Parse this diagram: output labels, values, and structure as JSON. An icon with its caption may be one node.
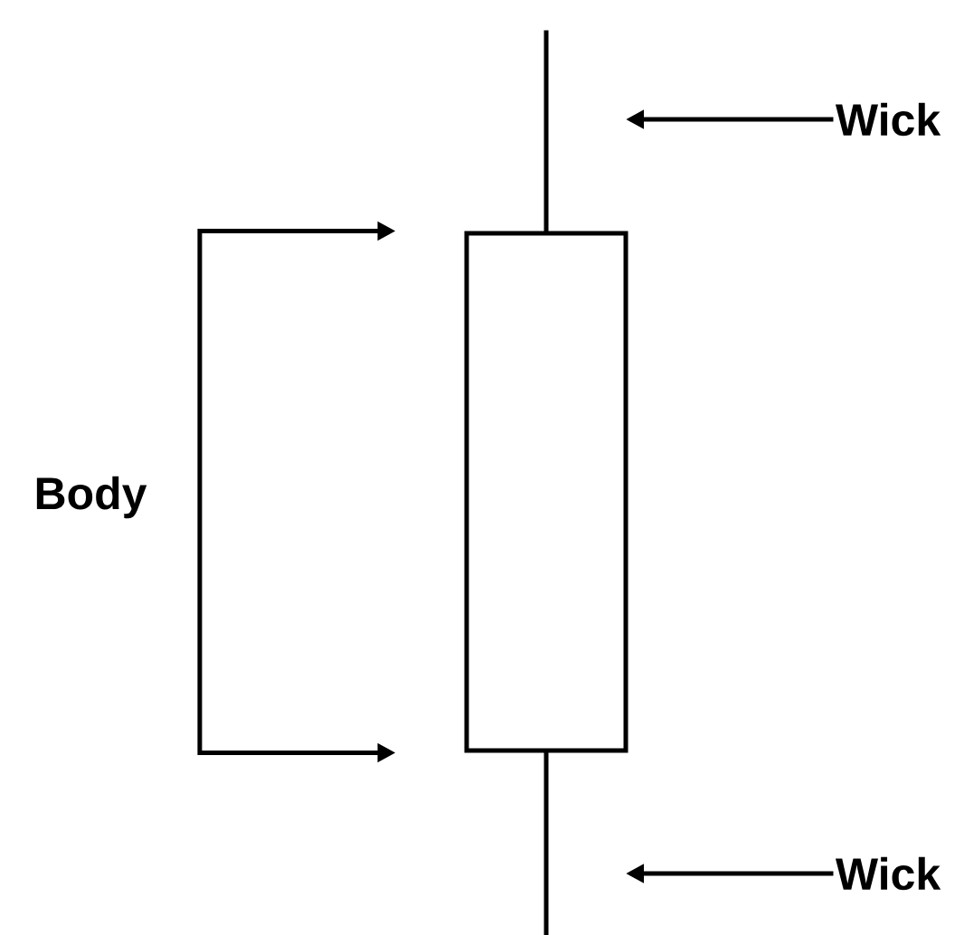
{
  "diagram": {
    "nodes": [
      {
        "text": [
          "Body"
        ]
      },
      {
        "text": [
          "Wick"
        ]
      },
      {
        "text": [
          "Wick"
        ]
      },
      {
        "text": [],
        "shape": "box"
      },
      {
        "text": [],
        "shape": "bar"
      },
      {
        "text": [],
        "shape": "bar"
      }
    ],
    "edges": [
      {
        "from": 0,
        "to": 3,
        "arrow": "to"
      },
      {
        "from": 0,
        "to": 3,
        "arrow": "to"
      },
      {
        "from": 1,
        "to": 4,
        "arrow": "to"
      },
      {
        "from": 2,
        "to": 5,
        "arrow": "to"
      }
    ]
  }
}
